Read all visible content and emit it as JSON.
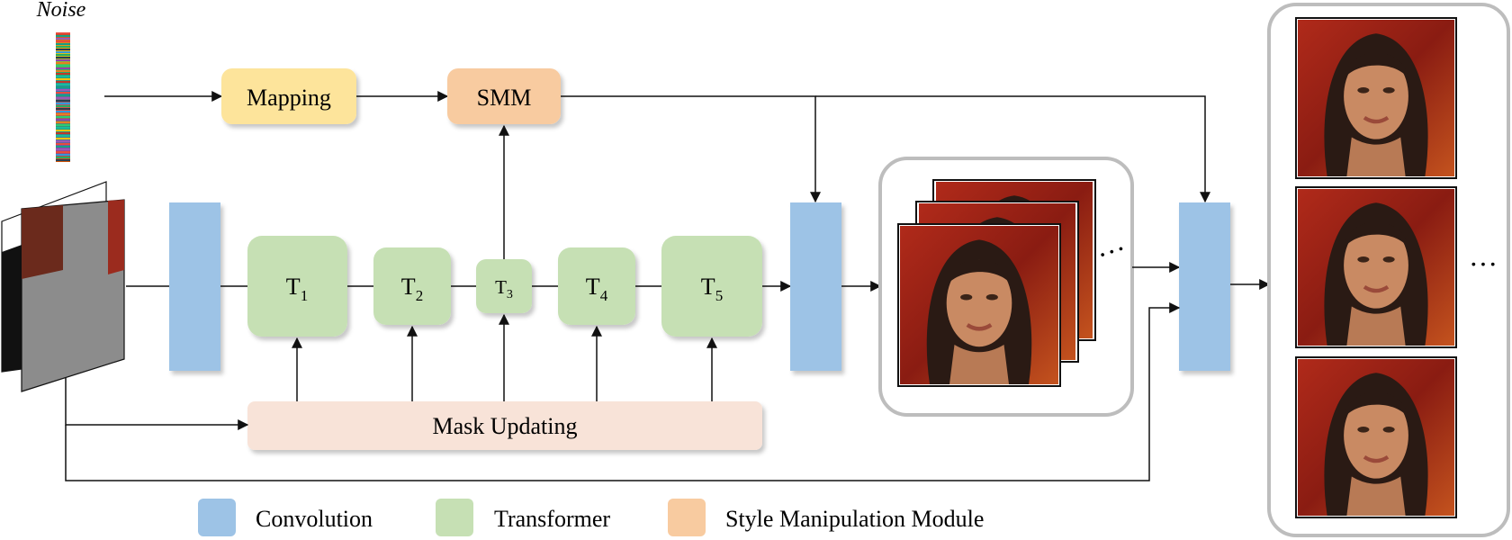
{
  "diagram": {
    "noise_label": "Noise",
    "mapping_label": "Mapping",
    "smm_label": "SMM",
    "mask_updating_label": "Mask Updating",
    "transformers": [
      {
        "letter": "T",
        "sub": "1"
      },
      {
        "letter": "T",
        "sub": "2"
      },
      {
        "letter": "T",
        "sub": "3"
      },
      {
        "letter": "T",
        "sub": "4"
      },
      {
        "letter": "T",
        "sub": "5"
      }
    ],
    "ellipsis": "···"
  },
  "legend": {
    "items": [
      {
        "label": "Convolution",
        "color": "#9dc3e6"
      },
      {
        "label": "Transformer",
        "color": "#c6e0b4"
      },
      {
        "label": "Style Manipulation Module",
        "color": "#f8cba0"
      }
    ]
  },
  "colors": {
    "convolution": "#9dc3e6",
    "transformer": "#c6e0b4",
    "mapping": "#fde49b",
    "smm": "#f8cba0",
    "mask_updating": "#f8e3d8",
    "frame": "#bdbdbd",
    "line": "#111111"
  }
}
